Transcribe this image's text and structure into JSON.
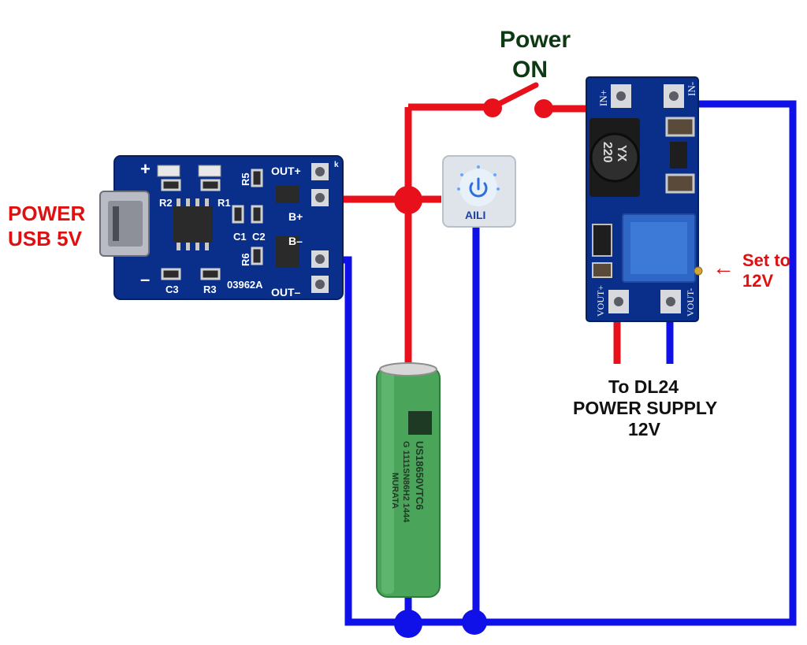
{
  "labels": {
    "power_on_line1": "Power",
    "power_on_line2": "ON",
    "usb_line1": "POWER",
    "usb_line2": "USB 5V",
    "set_to_line1": "Set to",
    "set_to_line2": "12V",
    "arrow": "←",
    "out_line1": "To DL24",
    "out_line2": "POWER SUPPLY",
    "out_line3": "12V"
  },
  "charger_board": {
    "plus": "+",
    "minus": "–",
    "r2": "R2",
    "r1": "R1",
    "r5": "R5",
    "r6": "R6",
    "c1": "C1",
    "c2": "C2",
    "c3": "C3",
    "r3": "R3",
    "model": "03962A",
    "out_plus": "OUT+",
    "b_plus": "B+",
    "b_minus": "B–",
    "out_minus": "OUT–",
    "k": "k"
  },
  "boost_board": {
    "in_plus": "IN+",
    "in_minus": "IN-",
    "vout_plus": "VOUT+",
    "vout_minus": "VOUT-",
    "inductor_line1": "YX",
    "inductor_line2": "220"
  },
  "switch_module": {
    "brand": "AILI"
  },
  "battery": {
    "print1": "US18650VTC6",
    "print2": "G 1111SN86H2 1444",
    "print3": "MURATA"
  },
  "colors": {
    "wire_positive": "#e8101a",
    "wire_negative": "#1010e8",
    "label_red": "#e01010",
    "label_green": "#0d3a12",
    "label_black": "#111111",
    "pcb_blue": "#0a2f8a",
    "battery_green": "#4aa55a"
  }
}
